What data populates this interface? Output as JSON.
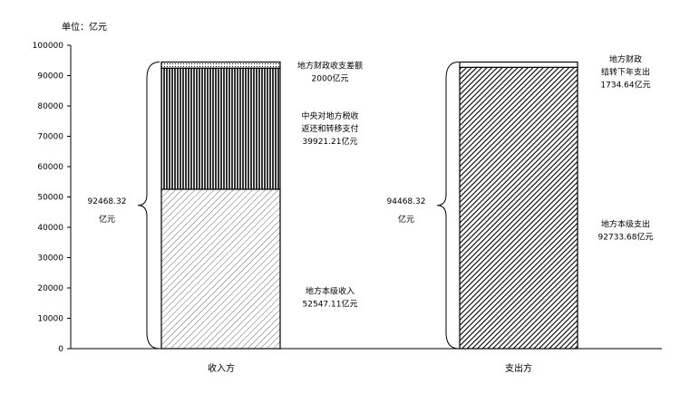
{
  "chart_data": {
    "type": "bar",
    "stacked": true,
    "unit_label": "单位：亿元",
    "categories": [
      "收入方",
      "支出方"
    ],
    "ylim": [
      0,
      100000
    ],
    "yticks": [
      0,
      10000,
      20000,
      30000,
      40000,
      50000,
      60000,
      70000,
      80000,
      90000,
      100000
    ],
    "grid": false,
    "stacks": [
      {
        "category": "收入方",
        "segments": [
          {
            "value": 52547.11,
            "pattern": "diagonal-light",
            "label": [
              "地方本级收入",
              "52547.11亿元"
            ]
          },
          {
            "value": 39921.21,
            "pattern": "vertical-lines",
            "label": [
              "中央对地方税收",
              "返还和转移支付",
              "39921.21亿元"
            ]
          },
          {
            "value": 2000,
            "pattern": "dots",
            "label": [
              "地方财政收支差额",
              "2000亿元"
            ]
          }
        ],
        "brace_label": [
          "92468.32",
          "亿元"
        ]
      },
      {
        "category": "支出方",
        "segments": [
          {
            "value": 92733.68,
            "pattern": "diagonal-dense",
            "label": [
              "地方本级支出",
              "92733.68亿元"
            ]
          },
          {
            "value": 1734.64,
            "pattern": "plain",
            "label": [
              "地方财政",
              "结转下年支出",
              "1734.64亿元"
            ]
          }
        ],
        "brace_label": [
          "94468.32",
          "亿元"
        ]
      }
    ]
  }
}
